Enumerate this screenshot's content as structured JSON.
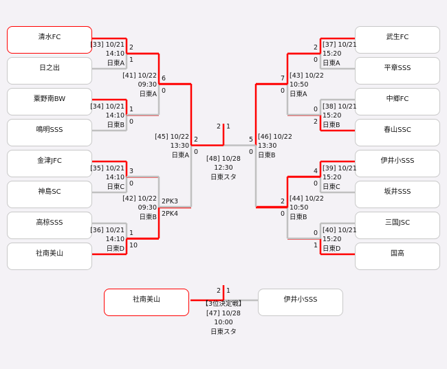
{
  "colors": {
    "win": "#ff0000",
    "lose": "#c0c0c0",
    "background": "#f4f2f6"
  },
  "left_teams": [
    "清水FC",
    "日之出",
    "粟野南BW",
    "鳴明SSS",
    "金津JFC",
    "神島SC",
    "高椋SSS",
    "社南美山"
  ],
  "right_teams": [
    "武生FC",
    "平章SSS",
    "中郷FC",
    "春山SSC",
    "伊井小SSS",
    "坂井SSS",
    "三国JSC",
    "国高"
  ],
  "matches": {
    "m33": {
      "label": "[33] 10/21",
      "time": "14:10",
      "venue": "日東A",
      "top": "2",
      "bottom": "1"
    },
    "m34": {
      "label": "[34] 10/21",
      "time": "14:10",
      "venue": "日東B",
      "top": "1",
      "bottom": "0"
    },
    "m35": {
      "label": "[35] 10/21",
      "time": "14:10",
      "venue": "日東C",
      "top": "3",
      "bottom": "0"
    },
    "m36": {
      "label": "[36] 10/21",
      "time": "14:10",
      "venue": "日東D",
      "top": "1",
      "bottom": "10"
    },
    "m41": {
      "label": "[41] 10/22",
      "time": "09:30",
      "venue": "日東A",
      "top": "6",
      "bottom": "0"
    },
    "m42": {
      "label": "[42] 10/22",
      "time": "09:30",
      "venue": "日東B",
      "top": "2PK3",
      "bottom": "2PK4"
    },
    "m45": {
      "label": "[45] 10/22",
      "time": "13:30",
      "venue": "日東A",
      "top": "2",
      "bottom": "0"
    },
    "m37": {
      "label": "[37] 10/21",
      "time": "15:20",
      "venue": "日東A",
      "top": "2",
      "bottom": "0"
    },
    "m38": {
      "label": "[38] 10/21",
      "time": "15:20",
      "venue": "日東B",
      "top": "0",
      "bottom": "2"
    },
    "m39": {
      "label": "[39] 10/21",
      "time": "15:20",
      "venue": "日東C",
      "top": "4",
      "bottom": "0"
    },
    "m40": {
      "label": "[40] 10/21",
      "time": "15:20",
      "venue": "日東D",
      "top": "0",
      "bottom": "1"
    },
    "m43": {
      "label": "[43] 10/22",
      "time": "10:50",
      "venue": "日東A",
      "top": "7",
      "bottom": "0"
    },
    "m44": {
      "label": "[44] 10/22",
      "time": "10:50",
      "venue": "日東B",
      "top": "2",
      "bottom": "0"
    },
    "m46": {
      "label": "[46] 10/22",
      "time": "13:30",
      "venue": "日東B",
      "top": "5",
      "bottom": "0"
    },
    "m48": {
      "label": "[48] 10/28",
      "time": "12:30",
      "venue": "日東スタ",
      "left": "2",
      "right": "1"
    }
  },
  "third_place": {
    "title": "【3位決定戦】",
    "label": "[47] 10/28",
    "time": "10:00",
    "venue": "日東スタ",
    "left_team": "社南美山",
    "right_team": "伊井小SSS",
    "left": "2",
    "right": "1"
  }
}
